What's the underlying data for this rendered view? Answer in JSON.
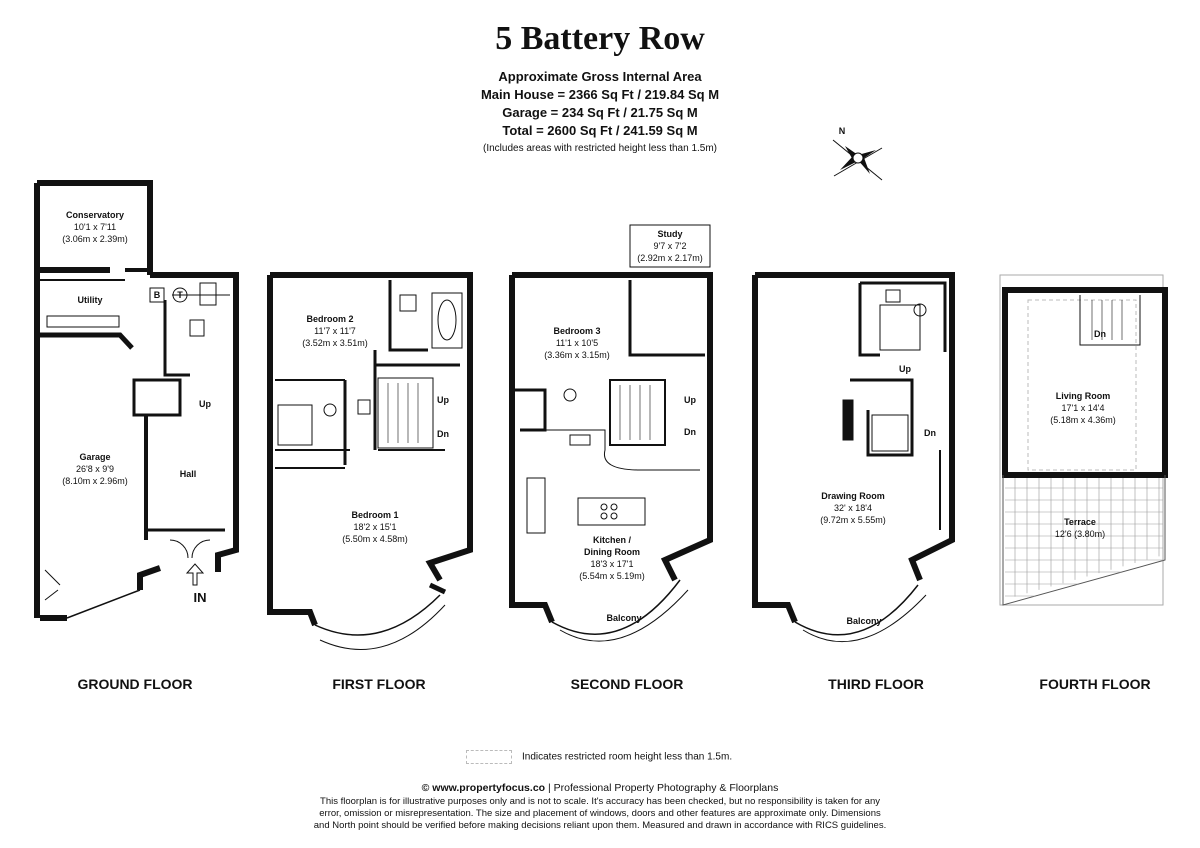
{
  "title": "5 Battery Row",
  "areas": {
    "heading": "Approximate Gross Internal Area",
    "main_house": "Main House = 2366 Sq Ft / 219.84 Sq M",
    "garage": "Garage = 234 Sq Ft / 21.75 Sq M",
    "total": "Total = 2600 Sq Ft / 241.59 Sq M",
    "note": "(Includes areas with restricted height less than 1.5m)"
  },
  "compass": {
    "label": "N"
  },
  "floors": {
    "ground": "GROUND FLOOR",
    "first": "FIRST FLOOR",
    "second": "SECOND FLOOR",
    "third": "THIRD FLOOR",
    "fourth": "FOURTH FLOOR"
  },
  "rooms": {
    "conservatory": {
      "name": "Conservatory",
      "imperial": "10'1 x 7'11",
      "metric": "(3.06m x 2.39m)"
    },
    "utility": {
      "name": "Utility"
    },
    "garage": {
      "name": "Garage",
      "imperial": "26'8 x 9'9",
      "metric": "(8.10m x 2.96m)"
    },
    "hall": {
      "name": "Hall"
    },
    "bedroom2": {
      "name": "Bedroom 2",
      "imperial": "11'7 x 11'7",
      "metric": "(3.52m x 3.51m)"
    },
    "bedroom1": {
      "name": "Bedroom 1",
      "imperial": "18'2 x 15'1",
      "metric": "(5.50m x 4.58m)"
    },
    "study": {
      "name": "Study",
      "imperial": "9'7 x 7'2",
      "metric": "(2.92m x 2.17m)"
    },
    "bedroom3": {
      "name": "Bedroom 3",
      "imperial": "11'1 x 10'5",
      "metric": "(3.36m x 3.15m)"
    },
    "kitchen": {
      "name1": "Kitchen /",
      "name2": "Dining Room",
      "imperial": "18'3 x 17'1",
      "metric": "(5.54m x 5.19m)"
    },
    "balcony2": {
      "name": "Balcony"
    },
    "drawing": {
      "name": "Drawing Room",
      "imperial": "32' x 18'4",
      "metric": "(9.72m x 5.55m)"
    },
    "balcony3": {
      "name": "Balcony"
    },
    "living": {
      "name": "Living Room",
      "imperial": "17'1 x 14'4",
      "metric": "(5.18m x 4.36m)"
    },
    "terrace": {
      "name": "Terrace",
      "imperial": "12'6 (3.80m)"
    }
  },
  "markers": {
    "b": "B",
    "t": "T",
    "up": "Up",
    "dn": "Dn",
    "in": "IN"
  },
  "legend": "Indicates restricted room height less than 1.5m.",
  "footer": {
    "site": "© www.propertyfocus.co",
    "tagline": " | Professional Property Photography & Floorplans",
    "line1": "This floorplan is for illustrative purposes only and is not to scale. It's accuracy has been checked, but no responsibility is taken for any",
    "line2": "error, omission or misrepresentation. The size and placement of windows, doors and other features are approximate only. Dimensions",
    "line3": "and North point should be verified before making decisions reliant upon them. Measured and drawn in accordance with RICS guidelines."
  }
}
